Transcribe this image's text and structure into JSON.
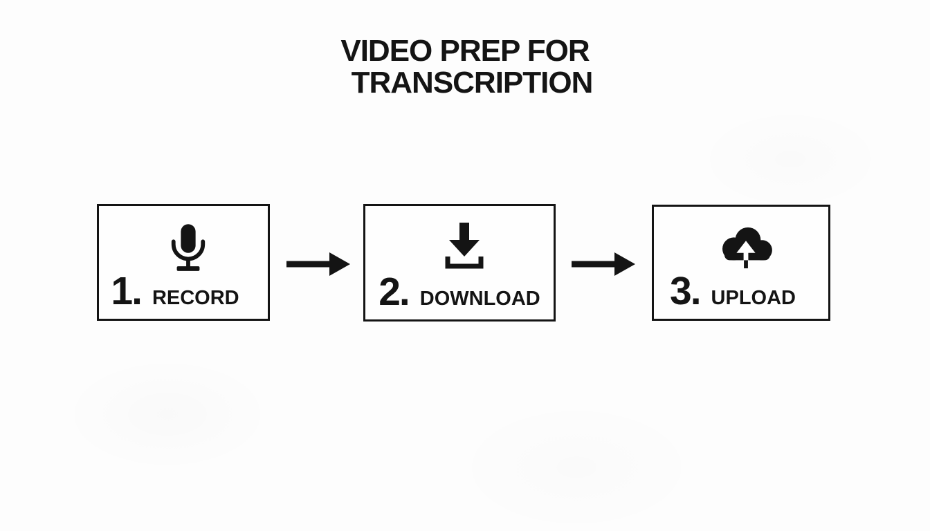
{
  "title": {
    "line1": "VIDEO PREP FOR",
    "line2": "TRANSCRIPTION"
  },
  "steps": [
    {
      "number": "1.",
      "label": "RECORD",
      "icon": "microphone-icon"
    },
    {
      "number": "2.",
      "label": "DOWNLOAD",
      "icon": "download-icon"
    },
    {
      "number": "3.",
      "label": "UPLOAD",
      "icon": "cloud-upload-icon"
    }
  ],
  "connectors": [
    {
      "from": "RECORD",
      "to": "DOWNLOAD",
      "shape": "right-arrow"
    },
    {
      "from": "DOWNLOAD",
      "to": "UPLOAD",
      "shape": "right-arrow"
    }
  ],
  "colors": {
    "ink": "#141414",
    "background": "#fdfdfd",
    "box_border": "#141414"
  }
}
